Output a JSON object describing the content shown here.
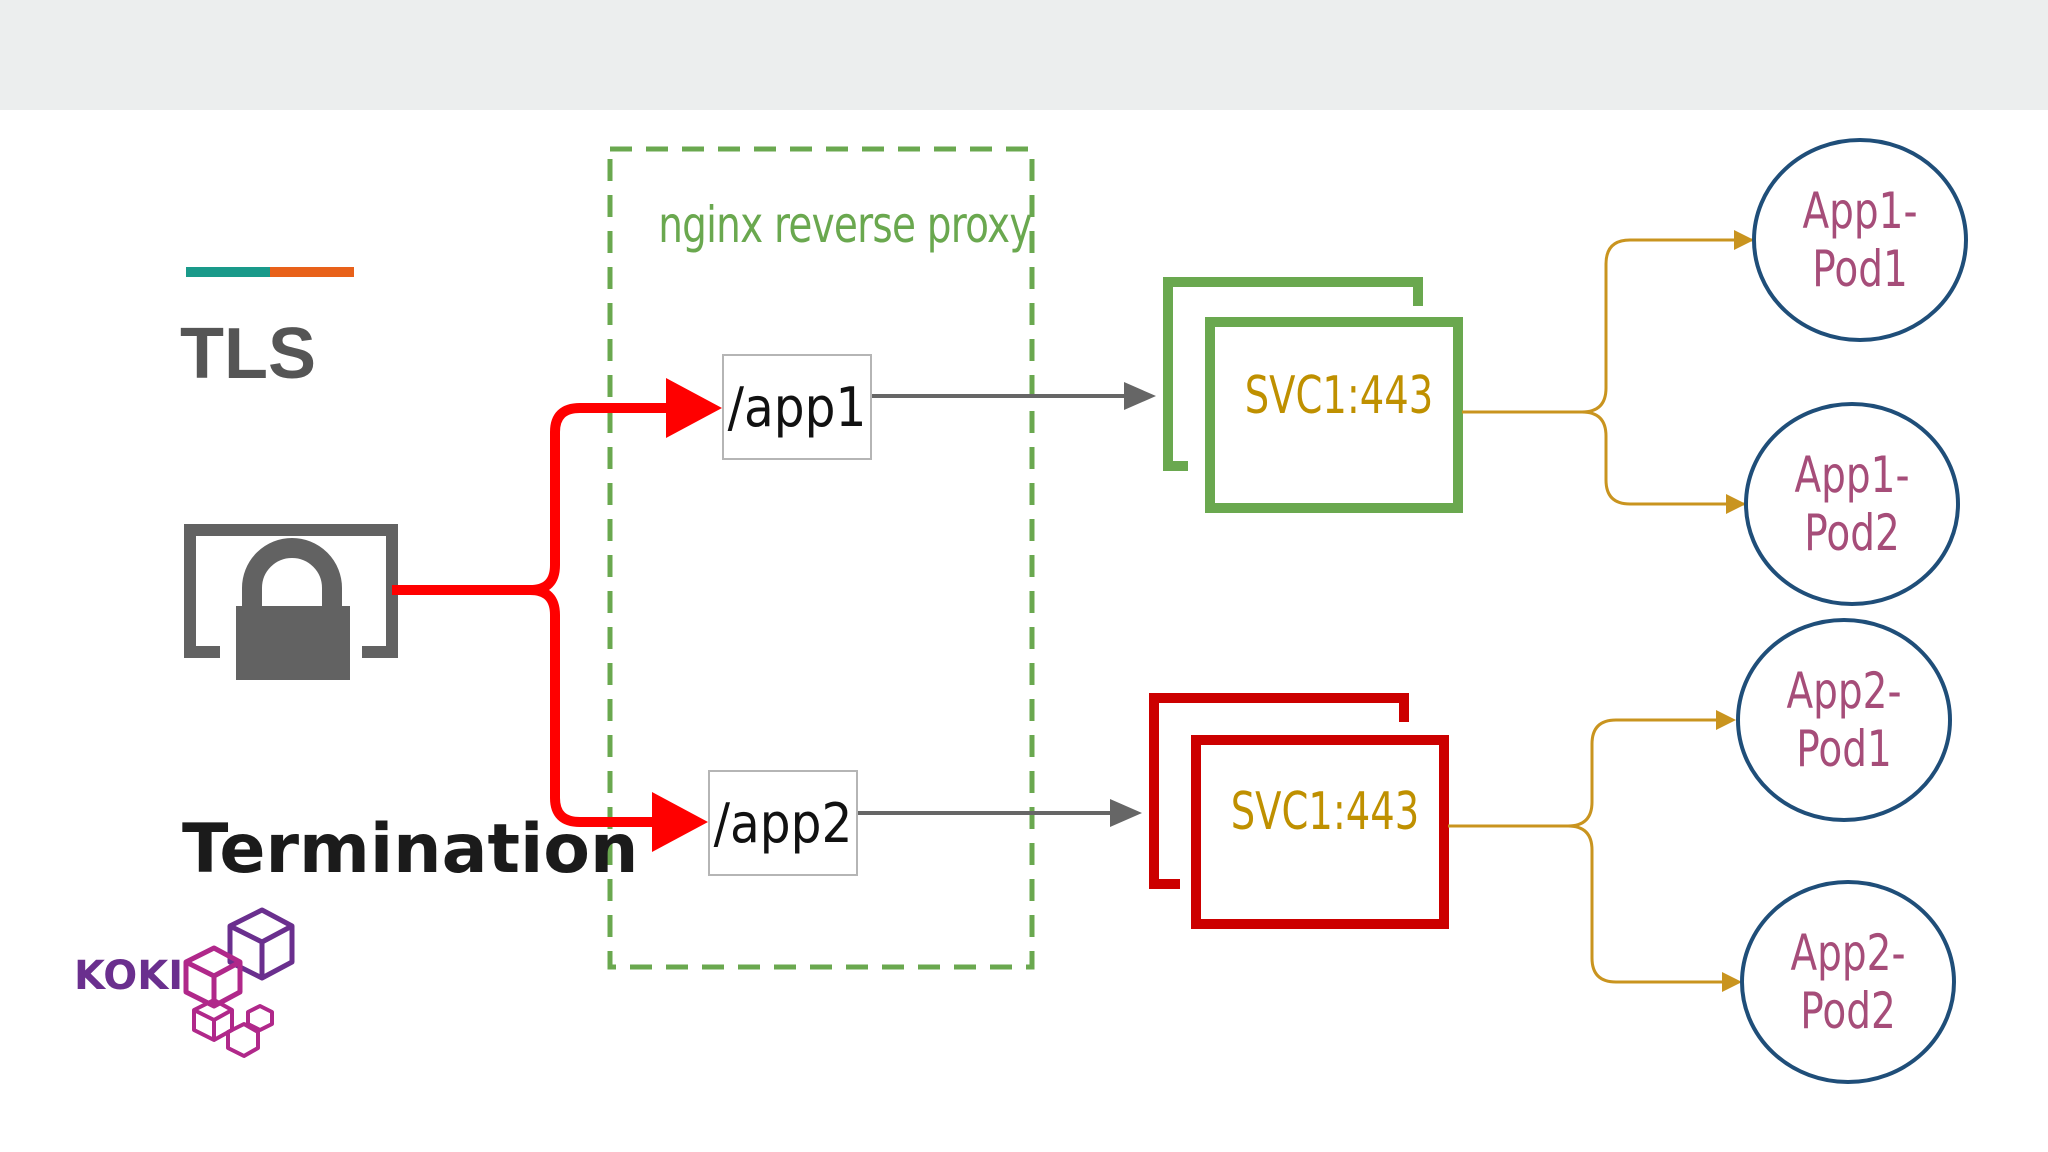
{
  "slide": {
    "title_line1": "TLS",
    "title_line2": "Termination",
    "logo_text": "KOKI"
  },
  "colors": {
    "accent_teal": "#1a9a8a",
    "accent_orange": "#e8611a",
    "tls_arrow": "#ff0000",
    "proxy_border": "#6aa84f",
    "svc1_border": "#6aa84f",
    "svc2_border": "#cc0000",
    "svc_text": "#bf9000",
    "pod_border": "#1f4e79",
    "pod_text": "#a64d79",
    "pod_link": "#c9941f",
    "gray_arrow": "#666666",
    "logo_purple": "#6a2f8e",
    "logo_magenta": "#b0288a"
  },
  "proxy": {
    "label": "nginx reverse proxy",
    "routes": [
      {
        "path": "/app1"
      },
      {
        "path": "/app2"
      }
    ]
  },
  "services": [
    {
      "label": "SVC1:443"
    },
    {
      "label": "SVC1:443"
    }
  ],
  "pods": [
    {
      "label": "App1-\nPod1"
    },
    {
      "label": "App1-\nPod2"
    },
    {
      "label": "App2-\nPod1"
    },
    {
      "label": "App2-\nPod2"
    }
  ],
  "icons": {
    "tls_lock": "lock-icon",
    "logo": "cubes-logo-icon"
  }
}
